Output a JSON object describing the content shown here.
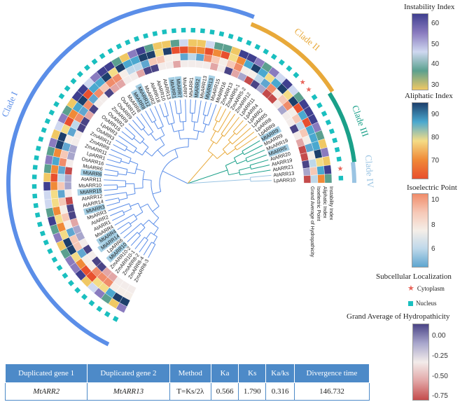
{
  "tree": {
    "clades": [
      {
        "label": "Clade I",
        "color": "#5b8ee8"
      },
      {
        "label": "Clade II",
        "color": "#e8a93a"
      },
      {
        "label": "Clade III",
        "color": "#1aa089"
      },
      {
        "label": "Clade IV",
        "color": "#9ac4e3"
      }
    ],
    "leaves": [
      {
        "label": "ZmARR8-3",
        "clade": 0
      },
      {
        "label": "ZmARR8-4",
        "clade": 0
      },
      {
        "label": "ZmARR8-2",
        "clade": 0
      },
      {
        "label": "ZmARR10-1",
        "clade": 0
      },
      {
        "label": "ZmARR10-2",
        "clade": 0
      },
      {
        "label": "MtARR10",
        "clade": 0,
        "hl": true
      },
      {
        "label": "LpARR6",
        "clade": 0
      },
      {
        "label": "MtARR14",
        "clade": 0,
        "hl": true
      },
      {
        "label": "MtARR4",
        "clade": 0,
        "hl": true
      },
      {
        "label": "MsARR4",
        "clade": 0
      },
      {
        "label": "AtARR1",
        "clade": 0
      },
      {
        "label": "AtARR2",
        "clade": 0
      },
      {
        "label": "MsARR3",
        "clade": 0
      },
      {
        "label": "MtARR3",
        "clade": 0,
        "hl": true
      },
      {
        "label": "AtARR14",
        "clade": 0
      },
      {
        "label": "AtARR12",
        "clade": 0
      },
      {
        "label": "MtARR15",
        "clade": 0,
        "hl": true
      },
      {
        "label": "MsARR10",
        "clade": 0
      },
      {
        "label": "AtARR11",
        "clade": 0
      },
      {
        "label": "MtARR6",
        "clade": 0,
        "hl": true
      },
      {
        "label": "MsARR6",
        "clade": 0
      },
      {
        "label": "OsARR16",
        "clade": 0
      },
      {
        "label": "LpARR1",
        "clade": 0
      },
      {
        "label": "ZmARR11",
        "clade": 0
      },
      {
        "label": "ZmARR8",
        "clade": 0
      },
      {
        "label": "ZmARR11",
        "clade": 0
      },
      {
        "label": "OsARR3",
        "clade": 0
      },
      {
        "label": "LpARR3",
        "clade": 0
      },
      {
        "label": "OsARR16",
        "clade": 0
      },
      {
        "label": "OsARR2",
        "clade": 0
      },
      {
        "label": "ZmARR9",
        "clade": 0
      },
      {
        "label": "OsARR9",
        "clade": 0
      },
      {
        "label": "OsARR11",
        "clade": 0
      },
      {
        "label": "MsARR8",
        "clade": 0
      },
      {
        "label": "MtARR8",
        "clade": 0,
        "hl": true
      },
      {
        "label": "MtARR12",
        "clade": 0,
        "hl": true
      },
      {
        "label": "MsARR2",
        "clade": 0
      },
      {
        "label": "AtARR18",
        "clade": 0
      },
      {
        "label": "AtARR10",
        "clade": 0
      },
      {
        "label": "AtARR13",
        "clade": 0
      },
      {
        "label": "MtARR1",
        "clade": 0,
        "hl": true
      },
      {
        "label": "MtARR7",
        "clade": 0,
        "hl": true
      },
      {
        "label": "MsARR7",
        "clade": 0
      },
      {
        "label": "MsARR1",
        "clade": 0
      },
      {
        "label": "MtARR2",
        "clade": 0,
        "hl": true
      },
      {
        "label": "MsARR13",
        "clade": 0
      },
      {
        "label": "MtARR13",
        "clade": 0,
        "hl": true
      },
      {
        "label": "MsARR15",
        "clade": 0
      },
      {
        "label": "MtARR16",
        "clade": 0
      },
      {
        "label": "ZmARR13",
        "clade": 1
      },
      {
        "label": "ZmARR5-1",
        "clade": 1
      },
      {
        "label": "ZmARR5-2",
        "clade": 1
      },
      {
        "label": "ZmARR12",
        "clade": 1
      },
      {
        "label": "LpARR11",
        "clade": 1
      },
      {
        "label": "LpARR4",
        "clade": 1
      },
      {
        "label": "LpARR2",
        "clade": 1
      },
      {
        "label": "LpARR5",
        "clade": 1
      },
      {
        "label": "LpARR8",
        "clade": 1
      },
      {
        "label": "LpARR9",
        "clade": 1
      },
      {
        "label": "MtARR9",
        "clade": 2,
        "hl": true
      },
      {
        "label": "MsARR9",
        "clade": 2
      },
      {
        "label": "MsARR19",
        "clade": 2
      },
      {
        "label": "MtARR5",
        "clade": 2,
        "hl": true
      },
      {
        "label": "AtARR20",
        "clade": 2
      },
      {
        "label": "AtARR19",
        "clade": 2
      },
      {
        "label": "AtARR21",
        "clade": 2
      },
      {
        "label": "AtARR13",
        "clade": 3
      },
      {
        "label": "LpARR10",
        "clade": 3
      }
    ],
    "ring_labels": [
      "Instability Index",
      "Aliphatic Index",
      "Isoelectric Point",
      "Grand Average of Hydropathicity"
    ]
  },
  "legends": {
    "instability": {
      "title": "Instability Index",
      "ticks": [
        "60",
        "50",
        "40",
        "30"
      ]
    },
    "aliphatic": {
      "title": "Aliphatic Index",
      "ticks": [
        "90",
        "80",
        "70"
      ]
    },
    "isoelectric": {
      "title": "Isoelectric Point",
      "ticks": [
        "10",
        "8",
        "6"
      ]
    },
    "localization": {
      "title": "Subcellular Localization",
      "cytoplasm": "Cytoplasm",
      "nucleus": "Nucleus"
    },
    "gravy": {
      "title": "Grand Average of Hydropathicity",
      "ticks": [
        "0.00",
        "-0.25",
        "-0.50",
        "-0.75"
      ]
    }
  },
  "colors": {
    "instability": [
      "#3f3f8f",
      "#8a7bbf",
      "#cfd8f0",
      "#5ba08f",
      "#f0c864"
    ],
    "aliphatic": [
      "#1d3f6b",
      "#4aa8cf",
      "#f4dc86",
      "#f08a38",
      "#e8502e"
    ],
    "isoelectric": [
      "#f08c6a",
      "#f6c8b6",
      "#f5eee8",
      "#bed8ea",
      "#5fa6d0"
    ],
    "gravy": [
      "#4a4486",
      "#a8a6cc",
      "#f3ecea",
      "#e2a6a6",
      "#c44b4b"
    ],
    "star": "#e8645a",
    "square": "#19bfbf"
  },
  "table": {
    "headers": [
      "Duplicated gene 1",
      "Duplicated gene 2",
      "Method",
      "Ka",
      "Ks",
      "Ka/ks",
      "Divergence time"
    ],
    "rows": [
      [
        "MtARR2",
        "MtARR13",
        "T=Ks/2λ",
        "0.566",
        "1.790",
        "0.316",
        "146.732"
      ]
    ]
  }
}
